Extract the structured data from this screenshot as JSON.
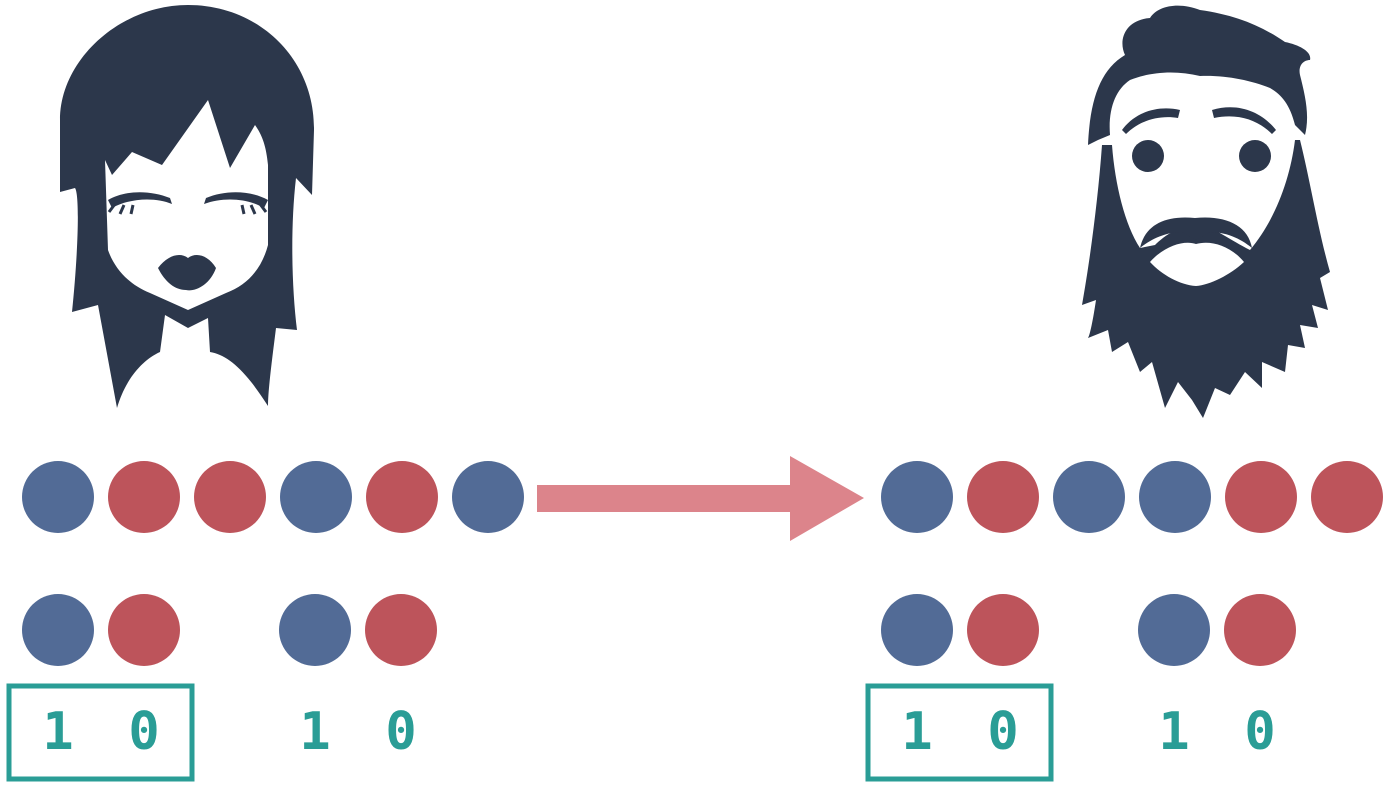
{
  "colors": {
    "blue": "#526b96",
    "red": "#bd545b",
    "arrow": "#dc848b",
    "dark": "#2c374b",
    "teal": "#2a9d96"
  },
  "icons": {
    "sender": "woman-face-icon",
    "receiver": "bearded-man-face-icon",
    "direction": "right-arrow-icon"
  },
  "sender": {
    "sequence": [
      "blue",
      "red",
      "red",
      "blue",
      "red",
      "blue"
    ],
    "pairs": [
      [
        "blue",
        "red"
      ],
      [
        "blue",
        "red"
      ]
    ],
    "bits": [
      [
        "1",
        "0"
      ],
      [
        "1",
        "0"
      ]
    ],
    "highlighted_pair": 0
  },
  "receiver": {
    "sequence": [
      "blue",
      "red",
      "blue",
      "blue",
      "red",
      "red"
    ],
    "pairs": [
      [
        "blue",
        "red"
      ],
      [
        "blue",
        "red"
      ]
    ],
    "bits": [
      [
        "1",
        "0"
      ],
      [
        "1",
        "0"
      ]
    ],
    "highlighted_pair": 0
  }
}
